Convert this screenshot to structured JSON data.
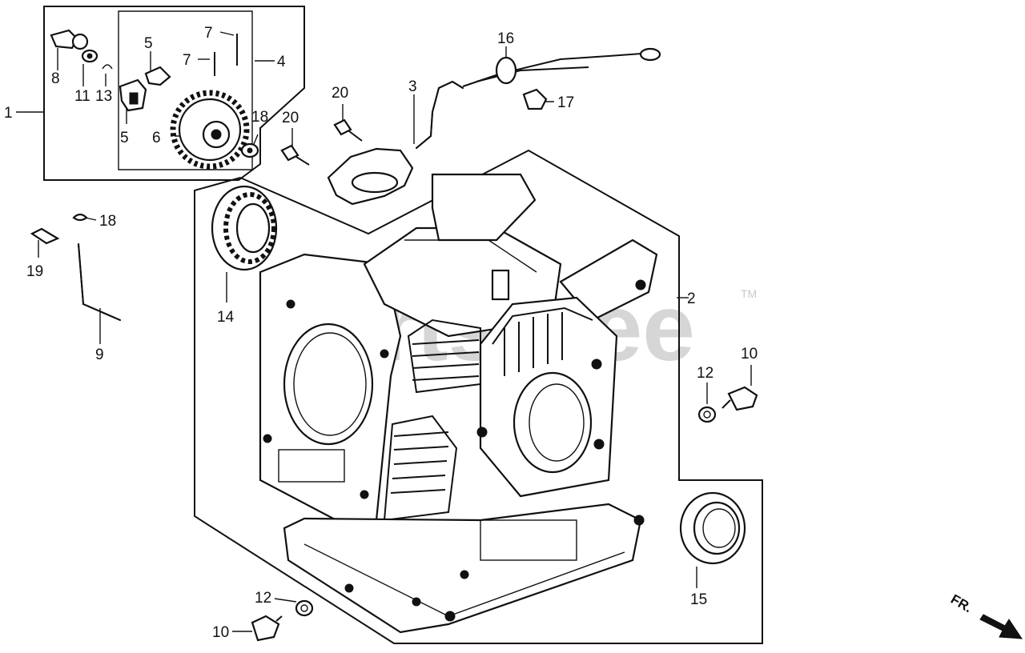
{
  "watermark": {
    "text": "PartsTree",
    "trademark": "TM"
  },
  "direction_indicator": {
    "label": "FR."
  },
  "callouts": {
    "c1": "1",
    "c2": "2",
    "c3": "3",
    "c4": "4",
    "c5a": "5",
    "c5b": "5",
    "c6": "6",
    "c7a": "7",
    "c7b": "7",
    "c8": "8",
    "c9": "9",
    "c10a": "10",
    "c10b": "10",
    "c11": "11",
    "c12a": "12",
    "c12b": "12",
    "c13": "13",
    "c14": "14",
    "c15": "15",
    "c16": "16",
    "c17": "17",
    "c18a": "18",
    "c18b": "18",
    "c19": "19",
    "c20a": "20",
    "c20b": "20"
  }
}
